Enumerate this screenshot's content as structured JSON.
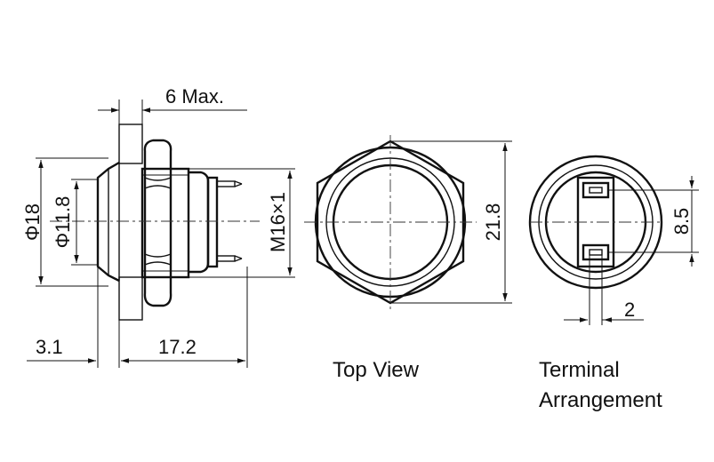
{
  "dimensions": {
    "thickness_max": "6 Max.",
    "flange_diameter": "Φ18",
    "button_diameter": "Φ11.8",
    "thread": "M16×1",
    "front_depth": "3.1",
    "body_length": "17.2",
    "hex_width": "21.8",
    "terminal_spacing": "8.5",
    "terminal_width": "2"
  },
  "captions": {
    "top_view": "Top View",
    "terminal_line1": "Terminal",
    "terminal_line2": "Arrangement"
  }
}
